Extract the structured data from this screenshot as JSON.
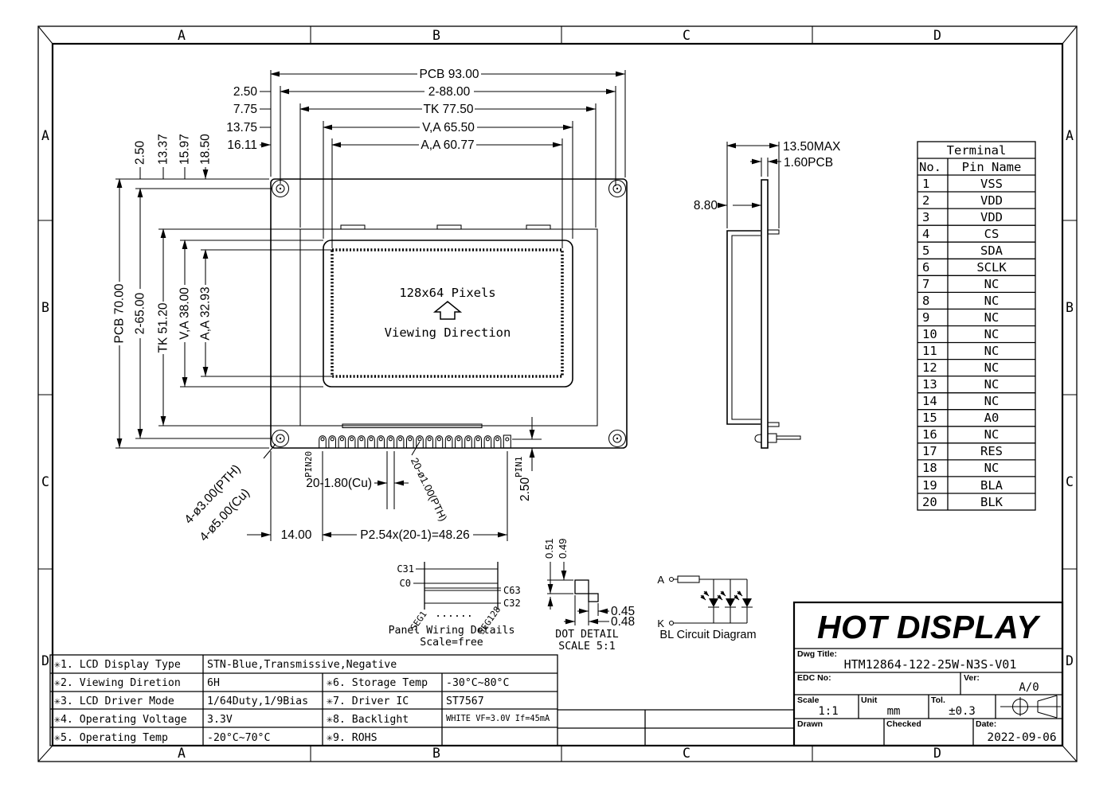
{
  "grid": [
    "A",
    "B",
    "C",
    "D"
  ],
  "front": {
    "pixels_text": "128x64 Pixels",
    "viewing_text": "Viewing Direction",
    "dims_top": [
      "PCB 93.00",
      "2-88.00",
      "TK 77.50",
      "V,A 65.50",
      "A,A 60.77"
    ],
    "offsets_top": [
      "2.50",
      "7.75",
      "13.75",
      "16.11"
    ],
    "dims_left": [
      "PCB 70.00",
      "2-65.00",
      "TK 51.20",
      "V,A 38.00",
      "A,A 32.93"
    ],
    "offsets_left": [
      "2.50",
      "13.37",
      "15.97",
      "18.50"
    ],
    "pin20": "PIN20",
    "pin1": "PIN1",
    "dim_pad": "20-1.80(Cu)",
    "dim_hole": "20-ø1.00(PTH)",
    "dim_mount_pth": "4-ø3.00(PTH)",
    "dim_mount_cu": "4-ø5.00(Cu)",
    "dim_edge": "14.00",
    "dim_pitch": "P2.54x(20-1)=48.26",
    "dim_pin_edge": "2.50"
  },
  "side": {
    "dim_max": "13.50MAX",
    "dim_pcb": "1.60PCB",
    "dim_depth": "8.80"
  },
  "terminal": {
    "title": "Terminal",
    "col_no": "No.",
    "col_pin": "Pin Name",
    "rows": [
      {
        "n": "1",
        "p": "VSS"
      },
      {
        "n": "2",
        "p": "VDD"
      },
      {
        "n": "3",
        "p": "VDD"
      },
      {
        "n": "4",
        "p": "CS"
      },
      {
        "n": "5",
        "p": "SDA"
      },
      {
        "n": "6",
        "p": "SCLK"
      },
      {
        "n": "7",
        "p": "NC"
      },
      {
        "n": "8",
        "p": "NC"
      },
      {
        "n": "9",
        "p": "NC"
      },
      {
        "n": "10",
        "p": "NC"
      },
      {
        "n": "11",
        "p": "NC"
      },
      {
        "n": "12",
        "p": "NC"
      },
      {
        "n": "13",
        "p": "NC"
      },
      {
        "n": "14",
        "p": "NC"
      },
      {
        "n": "15",
        "p": "A0"
      },
      {
        "n": "16",
        "p": "NC"
      },
      {
        "n": "17",
        "p": "RES"
      },
      {
        "n": "18",
        "p": "NC"
      },
      {
        "n": "19",
        "p": "BLA"
      },
      {
        "n": "20",
        "p": "BLK"
      }
    ]
  },
  "panel": {
    "c31": "C31",
    "c0": "C0",
    "c63": "C63",
    "c32": "C32",
    "seg1": "SEG1",
    "seg128": "SEG128",
    "dots": "......",
    "title": "Panel Wiring Details",
    "scale": "Scale=free"
  },
  "dot": {
    "d1": "0.51",
    "d2": "0.49",
    "d3": "0.45",
    "d4": "0.48",
    "title": "DOT DETAIL",
    "scale": "SCALE 5:1"
  },
  "bl": {
    "a": "A",
    "k": "K",
    "title": "BL Circuit Diagram"
  },
  "spec": {
    "rows": [
      {
        "k": "✳1. LCD Display Type",
        "v": "STN-Blue,Transmissive,Negative"
      },
      {
        "k": "✳2. Viewing Diretion",
        "v": "6H",
        "k2": "✳6. Storage Temp",
        "v2": "-30°C~80°C"
      },
      {
        "k": "✳3. LCD Driver Mode",
        "v": "1/64Duty,1/9Bias",
        "k2": "✳7. Driver IC",
        "v2": "ST7567"
      },
      {
        "k": "✳4. Operating Voltage",
        "v": "3.3V",
        "k2": "✳8. Backlight",
        "v2": "WHITE VF=3.0V If=45mA"
      },
      {
        "k": "✳5. Operating Temp",
        "v": "-20°C~70°C",
        "k2": "✳9. ROHS",
        "v2": ""
      }
    ]
  },
  "titleblock": {
    "logo": "HOT DISPLAY",
    "dwg_label": "Dwg Title:",
    "dwg_title": "HTM12864-122-25W-N3S-V01",
    "edc_label": "EDC No:",
    "ver_label": "Ver:",
    "ver": "A/0",
    "scale_label": "Scale",
    "scale": "1:1",
    "unit_label": "Unit",
    "unit": "mm",
    "tol_label": "Tol.",
    "tol": "±0.3",
    "drawn_label": "Drawn",
    "checked_label": "Checked",
    "date_label": "Date:",
    "date": "2022-09-06"
  },
  "colors": {
    "ink": "#000000",
    "paper": "#ffffff"
  }
}
